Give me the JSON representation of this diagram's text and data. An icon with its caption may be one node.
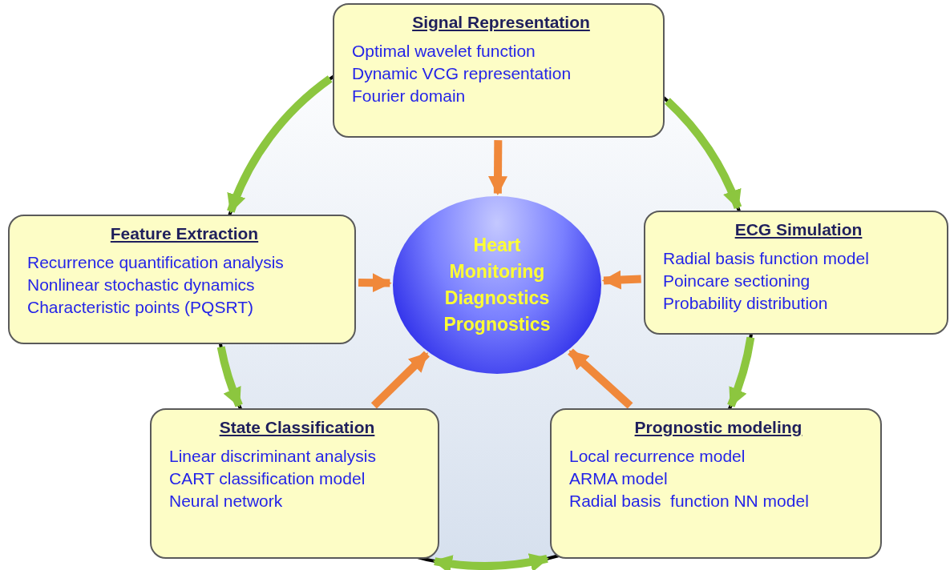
{
  "diagram": {
    "nodes": [
      {
        "text": [
          "Signal Representation",
          "Optimal wavelet function",
          "Dynamic VCG representation",
          "Fourier domain"
        ]
      },
      {
        "text": [
          "Feature Extraction",
          "Recurrence quantification analysis",
          "Nonlinear stochastic dynamics",
          "Characteristic points (PQSRT)"
        ]
      },
      {
        "text": [
          "Heart Monitoring Diagnostics Prognostics"
        ]
      },
      {
        "text": [
          "ECG Simulation",
          "Radial basis function model",
          "Poincare sectioning",
          "Probability distribution"
        ]
      },
      {
        "text": [
          "State Classification",
          "Linear discriminant analysis",
          "CART classification model",
          "Neural network"
        ]
      },
      {
        "text": [
          "Prognostic modeling",
          "Local recurrence model",
          "ARMA model",
          "Radial basis  function NN model"
        ]
      }
    ],
    "edges": [
      {
        "from": 0,
        "to": 2,
        "arrow": "to",
        "color": "#f0883a"
      },
      {
        "from": 1,
        "to": 2,
        "arrow": "to",
        "color": "#f0883a"
      },
      {
        "from": 3,
        "to": 2,
        "arrow": "to",
        "color": "#f0883a"
      },
      {
        "from": 4,
        "to": 2,
        "arrow": "to",
        "color": "#f0883a"
      },
      {
        "from": 5,
        "to": 2,
        "arrow": "to",
        "color": "#f0883a"
      },
      {
        "from": 0,
        "to": 1,
        "arrow": "to",
        "color": "#8cc63f"
      },
      {
        "from": 0,
        "to": 3,
        "arrow": "to",
        "color": "#8cc63f"
      },
      {
        "from": 1,
        "to": 4,
        "arrow": "to",
        "color": "#8cc63f"
      },
      {
        "from": 3,
        "to": 5,
        "arrow": "to",
        "color": "#8cc63f"
      },
      {
        "from": 4,
        "to": 5,
        "arrow": "both",
        "color": "#8cc63f"
      }
    ]
  }
}
